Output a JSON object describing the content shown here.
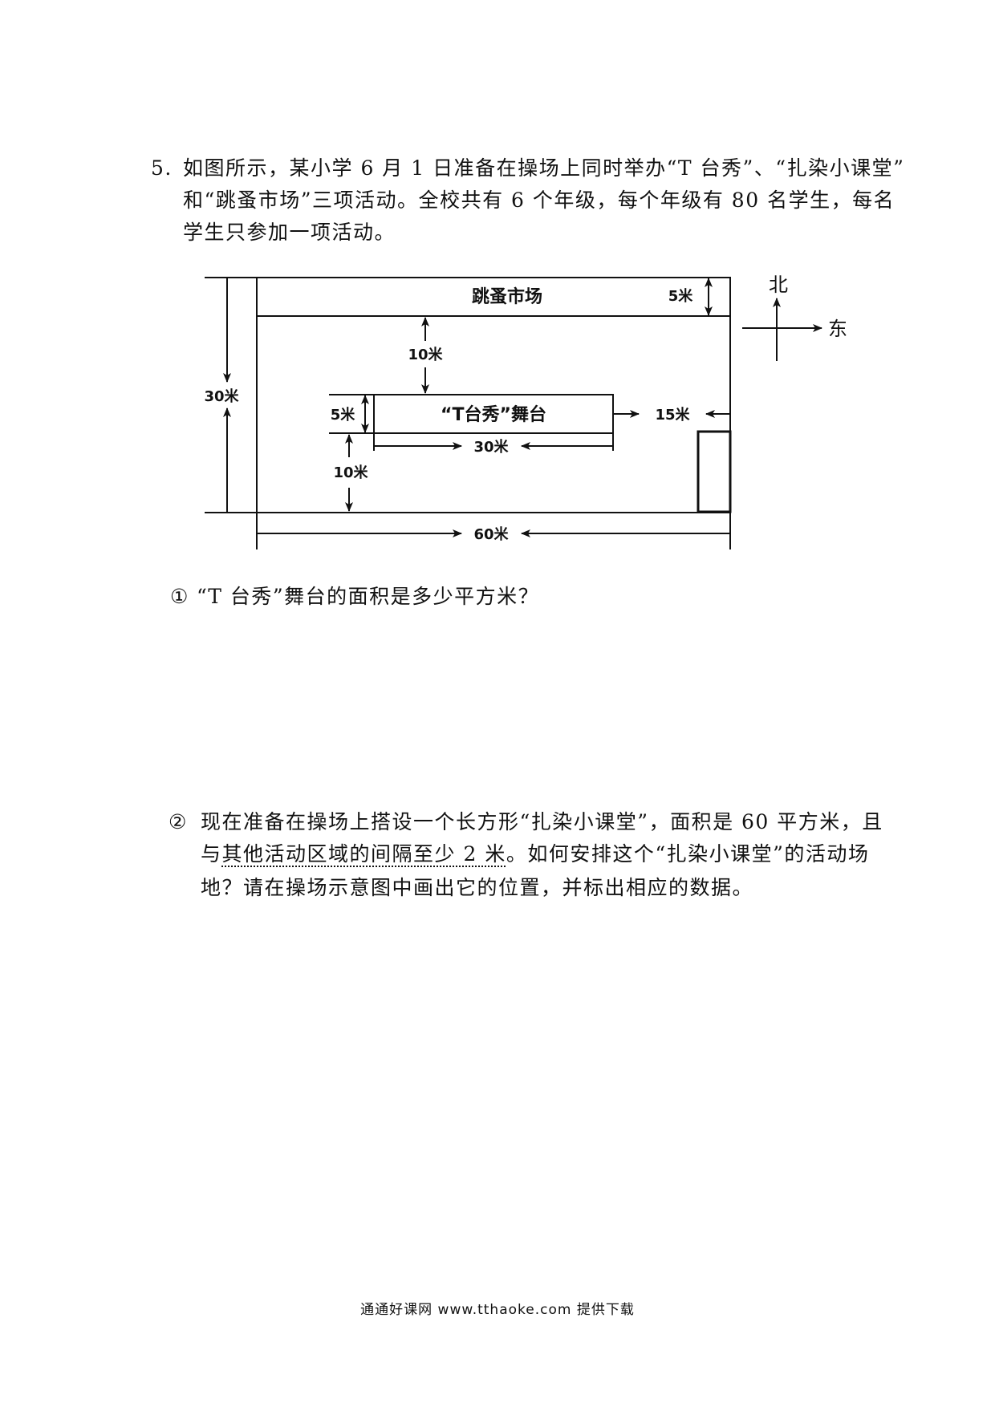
{
  "question": {
    "number": "5.",
    "line1": "如图所示，某小学 6 月 1 日准备在操场上同时举办“T 台秀”、“扎染小课堂”",
    "line2": "和“跳蚤市场”三项活动。全校共有 6 个年级，每个年级有 80 名学生，每名",
    "line3": "学生只参加一项活动。"
  },
  "figure": {
    "flea_market": "跳蚤市场",
    "stage": "“T台秀”舞台",
    "north": "北",
    "east": "东",
    "dim_5m_top": "5米",
    "dim_10m_top": "10米",
    "dim_30m_left": "30米",
    "dim_5m_stage": "5米",
    "dim_15m": "15米",
    "dim_30m_stage": "30米",
    "dim_10m_bottom": "10米",
    "dim_60m": "60米"
  },
  "sub1": {
    "marker": "①",
    "text": "“T 台秀”舞台的面积是多少平方米？"
  },
  "sub2": {
    "marker": "②",
    "line1": "现在准备在操场上搭设一个长方形“扎染小课堂”，面积是 60 平方米，且",
    "line2_a": "与",
    "line2_emph": "其他活动区域的间隔至少 2 米",
    "line2_b": "。如何安排这个“扎染小课堂”的活动场",
    "line3": "地？请在操场示意图中画出它的位置，并标出相应的数据。"
  },
  "footer": "通通好课网  www.tthaoke.com  提供下载"
}
